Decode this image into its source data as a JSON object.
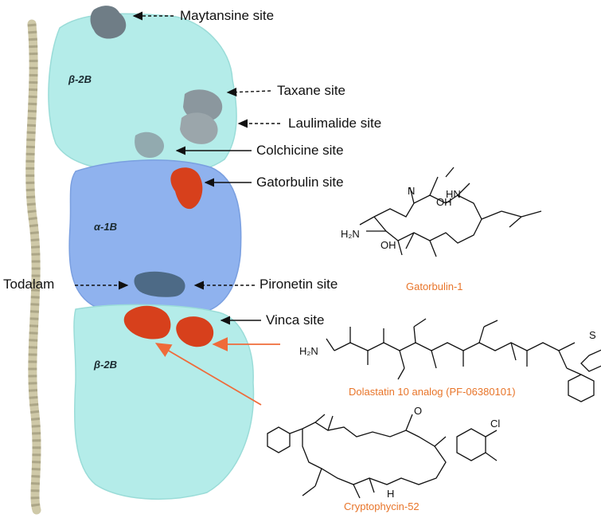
{
  "subunits": {
    "top": "β-2B",
    "middle": "α-1B",
    "bottom": "β-2B"
  },
  "sites": {
    "maytansine": "Maytansine site",
    "taxane": "Taxane site",
    "laulimalide": "Laulimalide site",
    "colchicine": "Colchicine site",
    "gatorbulin": "Gatorbulin site",
    "todalam": "Todalam",
    "pironetin": "Pironetin site",
    "vinca": "Vinca site"
  },
  "compounds": {
    "gatorbulin": "Gatorbulin-1",
    "dolastatin": "Dolastatin 10 analog (PF-06380101)",
    "cryptophycin": "Cryptophycin-52"
  },
  "atoms": {
    "h2n_a": "H₂N",
    "h2n_b": "H₂N",
    "oh_a": "OH",
    "oh_b": "OH",
    "hn": "HN",
    "n": "N",
    "o": "O",
    "h": "H",
    "s": "S",
    "cl": "Cl"
  },
  "colors": {
    "beta": "#b4ece9",
    "alpha": "#8fb2ee",
    "site_gray": "#7f8c94",
    "site_red": "#d7401c",
    "compound_label": "#e8752a",
    "helix": "#d7d2b6"
  }
}
